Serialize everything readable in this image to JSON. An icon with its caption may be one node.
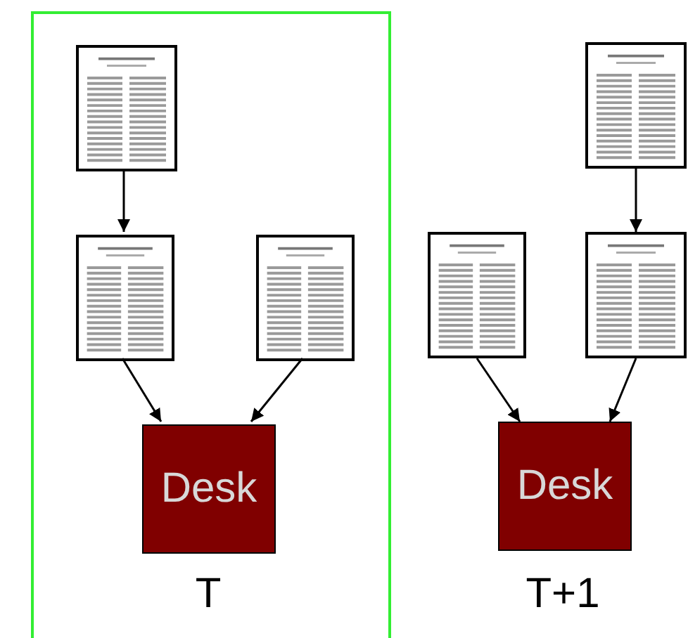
{
  "diagram": {
    "nodes": [
      {
        "text": [],
        "shape": "box"
      },
      {
        "text": [],
        "shape": "picture",
        "in": 0
      },
      {
        "text": [],
        "shape": "picture",
        "in": 0
      },
      {
        "text": [],
        "shape": "picture",
        "in": 0
      },
      {
        "text": [
          "Desk"
        ],
        "in": 0
      },
      {
        "text": [],
        "shape": "picture"
      },
      {
        "text": [],
        "shape": "picture"
      },
      {
        "text": [],
        "shape": "picture"
      },
      {
        "text": [
          "Desk"
        ]
      }
    ],
    "edges": [
      {
        "from": 1,
        "to": 2,
        "arrow": "to"
      },
      {
        "from": 2,
        "to": 4,
        "arrow": "to"
      },
      {
        "from": 3,
        "to": 4,
        "arrow": "to"
      },
      {
        "from": 6,
        "to": 7,
        "arrow": "to"
      },
      {
        "from": 5,
        "to": 8,
        "arrow": "to"
      },
      {
        "from": 7,
        "to": 8,
        "arrow": "to"
      }
    ],
    "labels": [
      "T",
      "T+1"
    ]
  }
}
